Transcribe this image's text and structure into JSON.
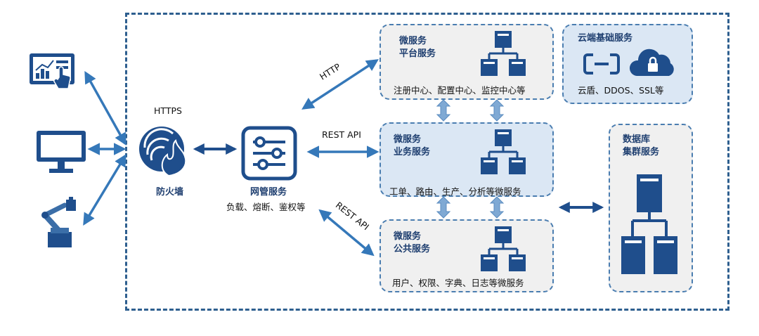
{
  "protocols": {
    "https": "HTTPS",
    "http": "HTTP",
    "rest1": "REST API",
    "rest2": "REST API"
  },
  "firewall": {
    "label": "防火墙"
  },
  "gateway": {
    "title": "网管服务",
    "desc": "负载、熔断、鉴权等"
  },
  "platform": {
    "title_line1": "微服务",
    "title_line2": "平台服务",
    "desc": "注册中心、配置中心、监控中心等"
  },
  "business": {
    "title_line1": "微服务",
    "title_line2": "业务服务",
    "desc": "工单、路由、生产、分析等微服务"
  },
  "common": {
    "title_line1": "微服务",
    "title_line2": "公共服务",
    "desc": "用户、权限、字典、日志等微服务"
  },
  "cloud": {
    "title": "云端基础服务",
    "desc": "云盾、DDOS、SSL等"
  },
  "database": {
    "title_line1": "数据库",
    "title_line2": "集群服务"
  },
  "colors": {
    "primary": "#1f4e8c",
    "arrow": "#3578b9",
    "border": "#2e5f8f"
  },
  "icons": [
    "tablet-chart-icon",
    "monitor-icon",
    "robot-arm-icon",
    "firewall-icon",
    "gateway-sliders-icon",
    "server-hierarchy-icon",
    "shield-link-icon",
    "cloud-lock-icon",
    "database-server-icon"
  ]
}
